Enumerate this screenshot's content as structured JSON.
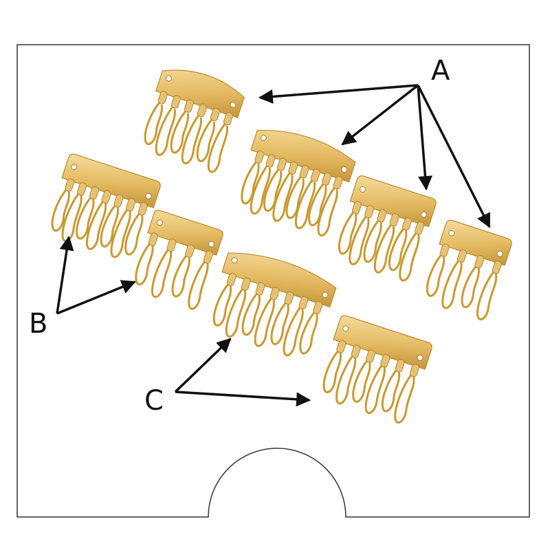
{
  "labels": {
    "a": "A",
    "b": "B",
    "c": "C"
  },
  "colors": {
    "background": "#ffffff",
    "frame": "#333333",
    "arrow": "#111111",
    "label": "#111111",
    "brass_light": "#f2cf86",
    "brass_mid": "#e0b55a",
    "brass_dark": "#b9892f",
    "hook": "#c9992e"
  },
  "groups": {
    "a_count": 4,
    "b_count": 2,
    "c_count": 2
  }
}
